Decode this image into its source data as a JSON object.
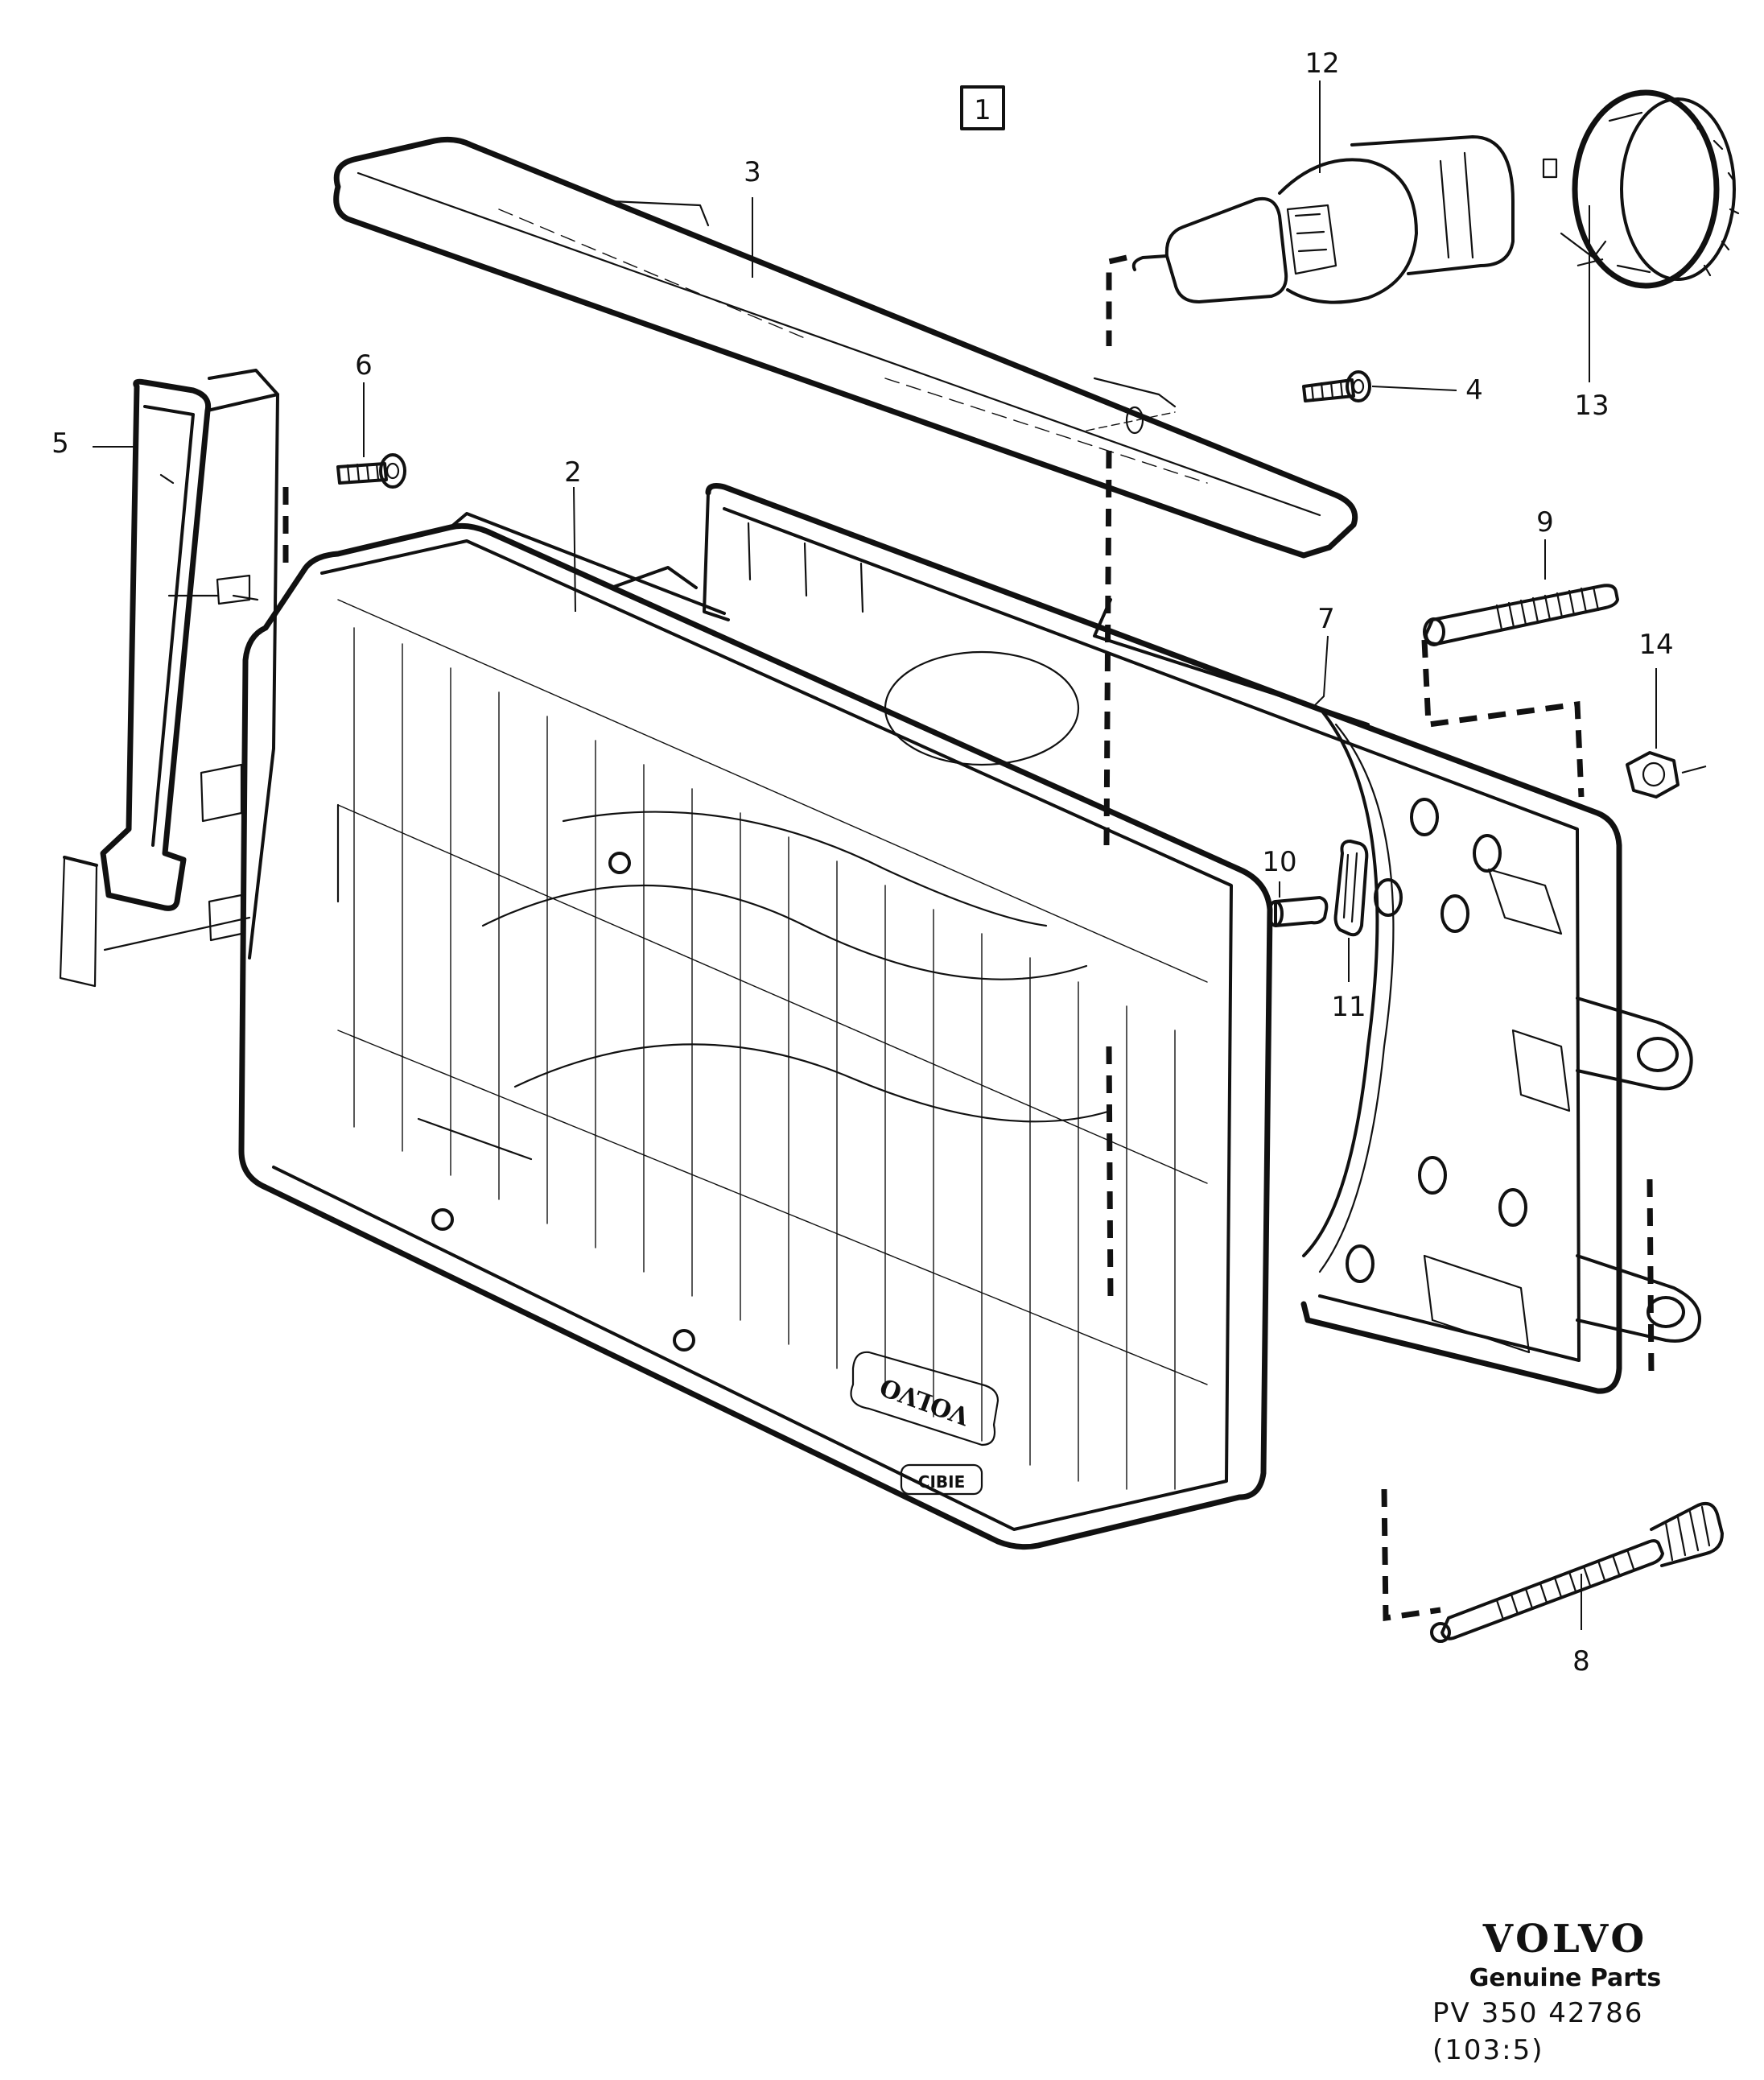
{
  "assembly_marker": "1",
  "callouts": {
    "c2": "2",
    "c3": "3",
    "c4": "4",
    "c5": "5",
    "c6": "6",
    "c7": "7",
    "c8": "8",
    "c9": "9",
    "c10": "10",
    "c11": "11",
    "c12": "12",
    "c13": "13",
    "c14": "14"
  },
  "lens_marking": {
    "brand": "VOLVO",
    "maker": "CIBIE"
  },
  "footer": {
    "logo": "VOLVO",
    "subtitle": "Genuine Parts",
    "code": "PV 350 42786",
    "reference": "(103:5)"
  },
  "colors": {
    "ink": "#111111",
    "paper": "#ffffff"
  }
}
